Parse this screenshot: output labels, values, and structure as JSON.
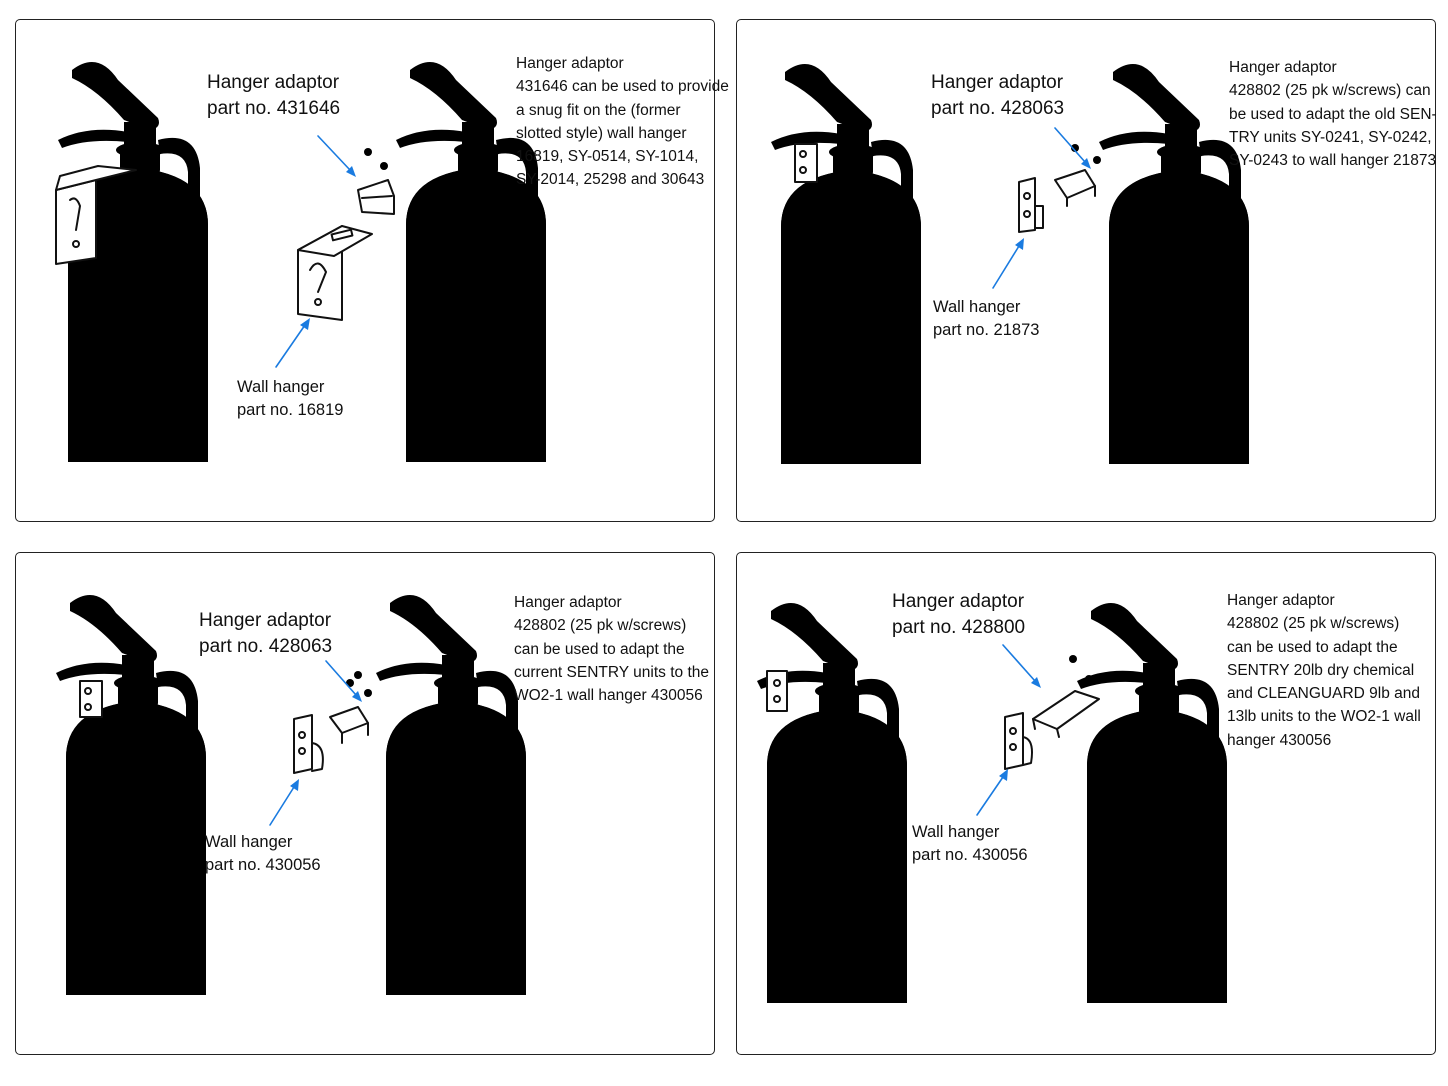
{
  "panels": [
    {
      "adaptor_label": [
        "Hanger adaptor",
        "part no. 431646"
      ],
      "wall_label": [
        "Wall hanger",
        "part no. 16819"
      ],
      "note": [
        "Hanger adaptor",
        "431646 can be used to provide",
        "a snug fit on the (former",
        "slotted style) wall hanger",
        "16819, SY-0514, SY-1014,",
        "SY-2014, 25298 and 30643"
      ]
    },
    {
      "adaptor_label": [
        "Hanger adaptor",
        "part no. 428063"
      ],
      "wall_label": [
        "Wall hanger",
        "part no. 21873"
      ],
      "note": [
        "Hanger adaptor",
        "428802 (25 pk w/screws) can",
        "be used to adapt the old SEN-",
        "TRY units SY-0241, SY-0242,",
        "SY-0243 to wall hanger 21873"
      ]
    },
    {
      "adaptor_label": [
        "Hanger adaptor",
        "part no. 428063"
      ],
      "wall_label": [
        "Wall hanger",
        "part no. 430056"
      ],
      "note": [
        "Hanger adaptor",
        "428802 (25 pk w/screws)",
        "can be used to adapt the",
        "current SENTRY units to the",
        "WO2-1 wall hanger 430056"
      ]
    },
    {
      "adaptor_label": [
        "Hanger adaptor",
        "part no. 428800"
      ],
      "wall_label": [
        "Wall hanger",
        "part no. 430056"
      ],
      "note": [
        "Hanger adaptor",
        "428802 (25 pk w/screws)",
        "can be used to adapt the",
        "SENTRY 20lb dry chemical",
        "and CLEANGUARD 9lb and",
        "13lb units to the WO2-1 wall",
        "hanger 430056"
      ]
    }
  ],
  "colors": {
    "arrow": "#1a7be0",
    "line_art": "#111111",
    "border": "#222222"
  },
  "icons": [
    "fire-extinguisher-icon",
    "wall-hanger-bracket-icon",
    "hanger-adaptor-icon",
    "screw-icon",
    "arrow-icon"
  ]
}
